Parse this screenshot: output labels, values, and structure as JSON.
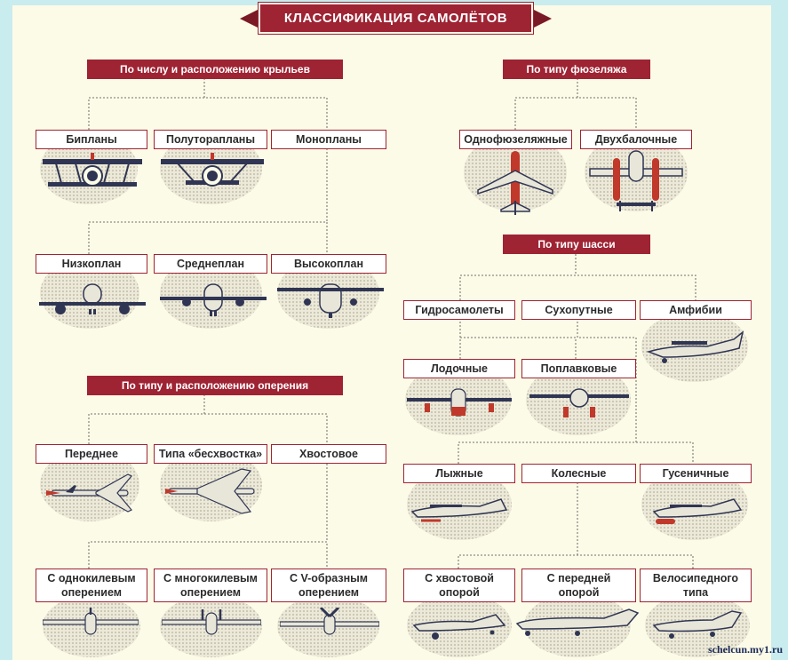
{
  "title": "КЛАССИФИКАЦИЯ САМОЛЁТОВ",
  "sections": {
    "wings": {
      "header": "По числу и расположению крыльев",
      "row1": [
        "Бипланы",
        "Полуторапланы",
        "Монопланы"
      ],
      "row2": [
        "Низкоплан",
        "Среднеплан",
        "Высокоплан"
      ]
    },
    "fuselage": {
      "header": "По типу фюзеляжа",
      "items": [
        "Однофюзеляжные",
        "Двухбалочные"
      ]
    },
    "tail": {
      "header": "По типу и расположению оперения",
      "row1": [
        "Переднее",
        "Типа «бесхвостка»",
        "Хвостовое"
      ],
      "row2": [
        "С однокилевым\nоперением",
        "С многокилевым\nоперением",
        "С V-образным\nоперением"
      ]
    },
    "gear": {
      "header": "По типу шасси",
      "row1": [
        "Гидросамолеты",
        "Сухопутные",
        "Амфибии"
      ],
      "row2": [
        "Лодочные",
        "Поплавковые"
      ],
      "row3": [
        "Лыжные",
        "Колесные",
        "Гусеничные"
      ],
      "row4": [
        "С хвостовой\nопорой",
        "С передней\nопорой",
        "Велосипедного\nтипа"
      ]
    }
  },
  "watermark": "schelcun.my1.ru",
  "colors": {
    "accent": "#9e2333",
    "background": "#fcfbe8",
    "border": "#c9ecef",
    "ink": "#2f3553"
  }
}
